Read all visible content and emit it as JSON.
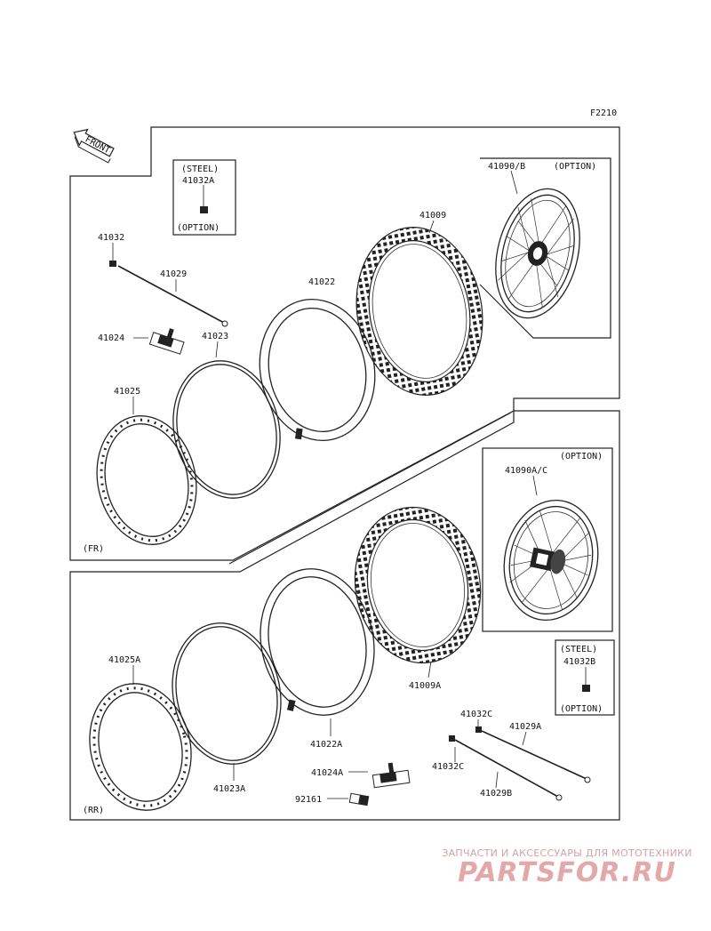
{
  "figure_code": "F2210",
  "front_arrow_label": "FRONT",
  "front_section": {
    "tag": "(FR)",
    "steel_box": {
      "line1": "(STEEL)",
      "part": "41032A",
      "line3": "(OPTION)"
    },
    "option_box": {
      "part": "41090/B",
      "note": "(OPTION)"
    },
    "labels": {
      "valve_cap": "41032",
      "spoke": "41029",
      "rim_lock": "41024",
      "rim_band": "41023",
      "rim": "41025",
      "tube": "41022",
      "tire": "41009"
    }
  },
  "rear_section": {
    "tag": "(RR)",
    "option_box": {
      "note": "(OPTION)",
      "part": "41090A/C"
    },
    "steel_box": {
      "line1": "(STEEL)",
      "part": "41032B",
      "line3": "(OPTION)"
    },
    "labels": {
      "rim": "41025A",
      "rim_band": "41023A",
      "tube": "41022A",
      "tire": "41009A",
      "rim_lock": "41024A",
      "grommet": "92161",
      "valve_cap_a": "41032C",
      "spoke_a": "41029A",
      "valve_cap_b": "41032C",
      "spoke_b": "41029B"
    }
  },
  "watermark": {
    "tagline": "ЗАПЧАСТИ И АКСЕССУАРЫ ДЛЯ МОТОТЕХНИКИ",
    "logo": "PARTSFOR.RU"
  }
}
